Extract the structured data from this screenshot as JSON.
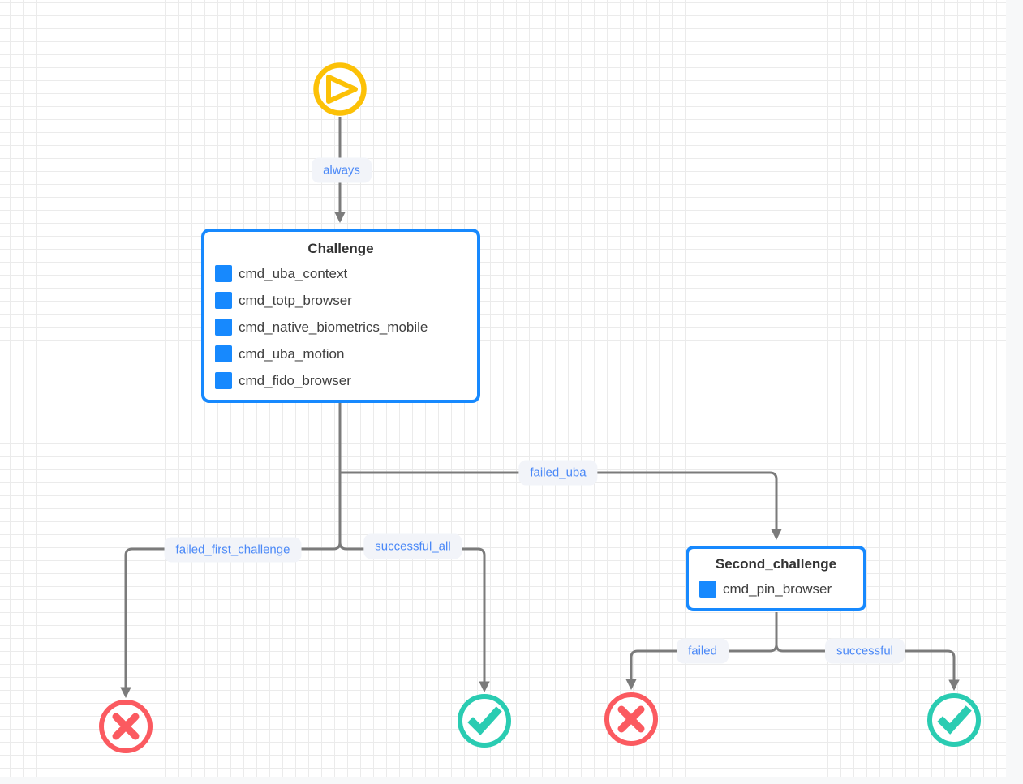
{
  "diagram": {
    "nodes": {
      "start": {
        "icon": "play-icon",
        "color": "#fcc107"
      },
      "challenge": {
        "title": "Challenge",
        "commands": [
          "cmd_uba_context",
          "cmd_totp_browser",
          "cmd_native_biometrics_mobile",
          "cmd_uba_motion",
          "cmd_fido_browser"
        ]
      },
      "second_challenge": {
        "title": "Second_challenge",
        "commands": [
          "cmd_pin_browser"
        ]
      },
      "reject_first": {
        "icon": "x-icon",
        "color": "#fb5a60"
      },
      "success_first": {
        "icon": "check-icon",
        "color": "#2accb2"
      },
      "reject_second": {
        "icon": "x-icon",
        "color": "#fb5a60"
      },
      "success_second": {
        "icon": "check-icon",
        "color": "#2accb2"
      }
    },
    "edges": [
      {
        "label": "always",
        "from": "start",
        "to": "challenge"
      },
      {
        "label": "failed_uba",
        "from": "challenge",
        "to": "second_challenge"
      },
      {
        "label": "failed_first_challenge",
        "from": "challenge",
        "to": "reject_first"
      },
      {
        "label": "successful_all",
        "from": "challenge",
        "to": "success_first"
      },
      {
        "label": "failed",
        "from": "second_challenge",
        "to": "reject_second"
      },
      {
        "label": "successful",
        "from": "second_challenge",
        "to": "success_second"
      }
    ],
    "colors": {
      "node_border": "#1789fe",
      "command_square": "#1789fe",
      "edge_line": "#7b7b7b",
      "edge_label_text": "#4a88f7",
      "edge_label_bg": "#f2f4f9",
      "start_yellow": "#fcc107",
      "reject_red": "#fb5a60",
      "success_teal": "#2accb2",
      "grid_line": "#ebebeb"
    }
  }
}
